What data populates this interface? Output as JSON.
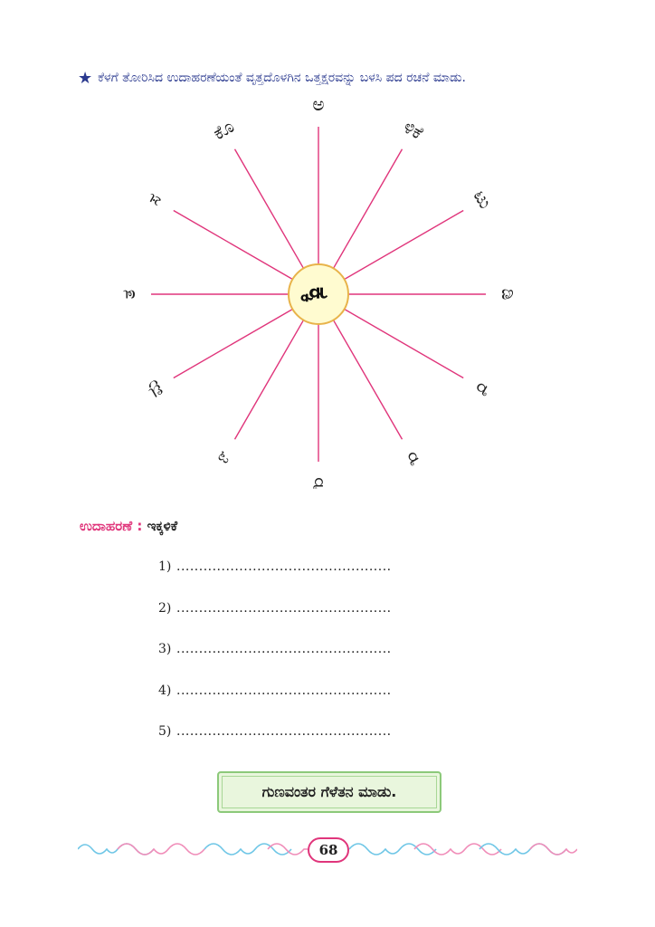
{
  "instruction": {
    "text": "ಕೆಳಗೆ ತೋರಿಸಿದ ಉದಾಹರಣೆಯಂತೆ ವೃತ್ತದೊಳಗಿನ ಒತ್ತಕ್ಷರವನ್ನು ಬಳಸಿ ಪದ ರಚನೆ ಮಾಡು.",
    "icon": "star-icon"
  },
  "wheel": {
    "center": "ಕ್ಕ",
    "spokes": [
      "ಅ",
      "ಳಿಕೆ",
      "ಟು",
      "ಡಿ",
      "ರೆ",
      "ರೆ",
      "ರೆ",
      "ಇ",
      "ಮ",
      "ತ",
      "ಸ",
      "ಕೊ"
    ]
  },
  "example": {
    "label": "ಉದಾಹರಣೆ :",
    "value": "ಇಕ್ಕಳಿಕೆ"
  },
  "answers": [
    {
      "num": "1)",
      "dots": "................................................"
    },
    {
      "num": "2)",
      "dots": "................................................"
    },
    {
      "num": "3)",
      "dots": "................................................"
    },
    {
      "num": "4)",
      "dots": "................................................"
    },
    {
      "num": "5)",
      "dots": "................................................"
    }
  ],
  "banner": {
    "text": "ಗುಣವಂತರ ಗೆಳೆತನ ಮಾಡು."
  },
  "page_number": "68",
  "colors": {
    "spoke": "#e0357b",
    "center_fill": "#fffbd0",
    "center_stroke": "#e8b34a",
    "instruction": "#2b3a8f",
    "example_label": "#e0357b"
  }
}
